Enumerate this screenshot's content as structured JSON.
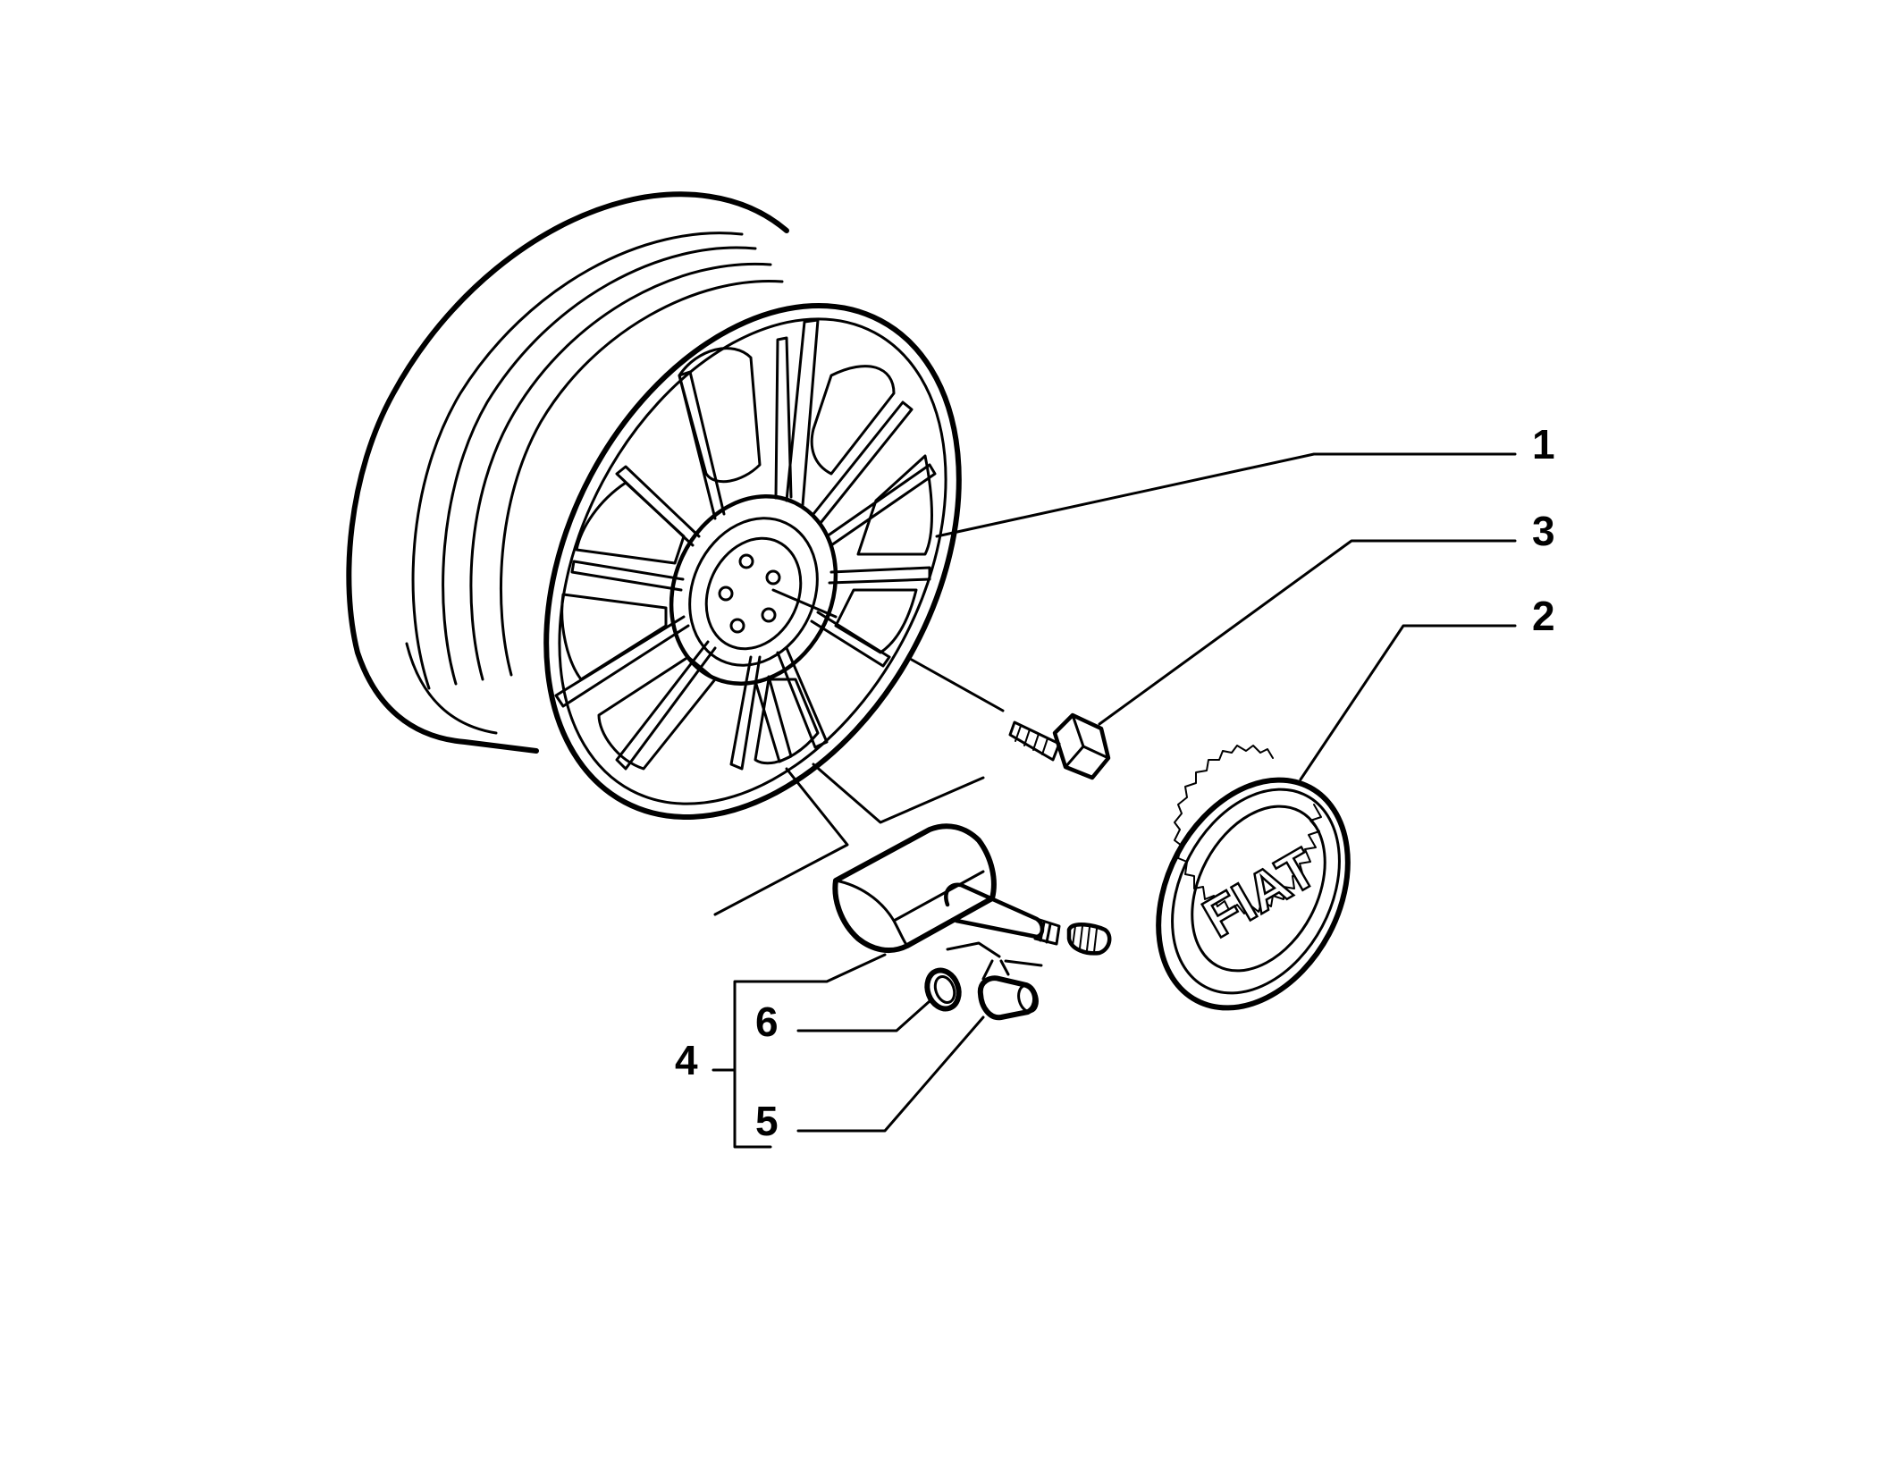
{
  "callouts": {
    "c1": "1",
    "c2": "2",
    "c3": "3",
    "c4": "4",
    "c5": "5",
    "c6": "6"
  },
  "parts": {
    "wheel": {
      "callout": "1"
    },
    "hub_emblem": {
      "callout": "2",
      "logo_text": "FIAT"
    },
    "wheel_bolt": {
      "callout": "3"
    },
    "tpms_sensor": {
      "callout": "4"
    },
    "valve_cap": {
      "callout": "5"
    },
    "valve_ring": {
      "callout": "6"
    }
  },
  "colors": {
    "line": "#000000",
    "background": "#ffffff"
  }
}
